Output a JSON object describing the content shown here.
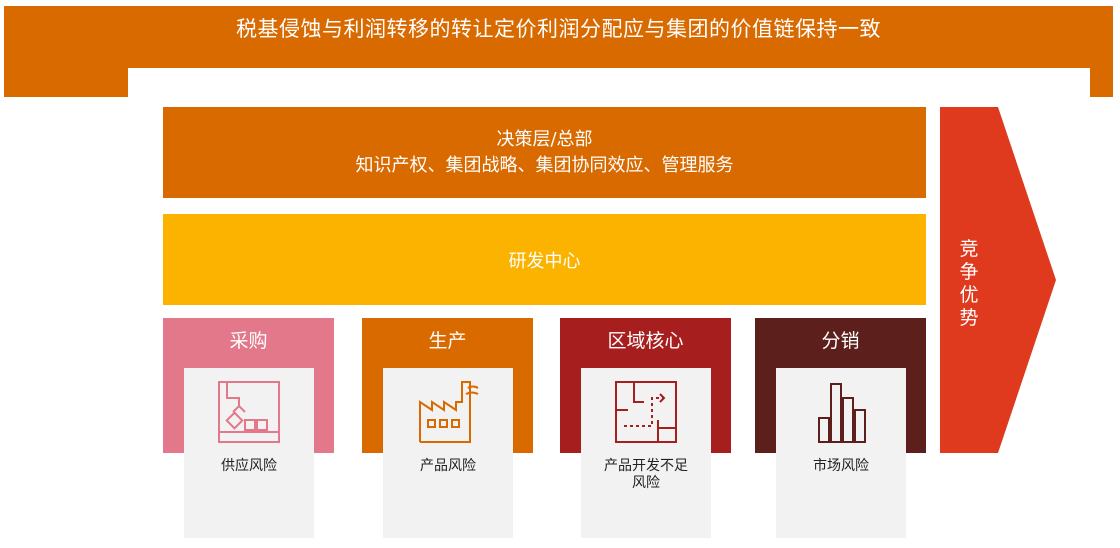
{
  "banner": {
    "title": "税基侵蚀与利润转移的转让定价利润分配应与集团的价值链保持一致"
  },
  "hq": {
    "line1": "决策层/总部",
    "line2": "知识产权、集团战略、集团协同效应、管理服务"
  },
  "rd": {
    "label": "研发中心"
  },
  "functions": [
    {
      "title": "采购",
      "risk_line1": "供应风险",
      "risk_line2": "",
      "color": "#E2788A",
      "icon": "robot-arm-conveyor-icon"
    },
    {
      "title": "生产",
      "risk_line1": "产品风险",
      "risk_line2": "",
      "color": "#D86A00",
      "icon": "factory-icon"
    },
    {
      "title": "区域核心",
      "risk_line1": "产品开发不足",
      "risk_line2": "风险",
      "color": "#A71E1F",
      "icon": "floor-plan-path-icon"
    },
    {
      "title": "分销",
      "risk_line1": "市场风险",
      "risk_line2": "",
      "color": "#5C1F1C",
      "icon": "bar-chart-icon"
    }
  ],
  "advantage": {
    "line1": "竞",
    "line2": "争",
    "line3": "优",
    "line4": "势",
    "color": "#E03A1E"
  },
  "colors": {
    "orange": "#D86A00",
    "yellow": "#FBB300",
    "pink": "#E2788A",
    "dark_red": "#A71E1F",
    "maroon": "#5C1F1C",
    "arrow_red": "#E03A1E",
    "card_grey": "#F2F2F2"
  }
}
